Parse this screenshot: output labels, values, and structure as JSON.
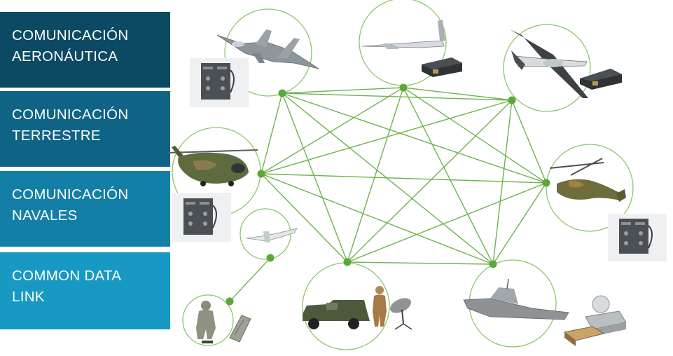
{
  "menu": {
    "items": [
      {
        "line1": "COMUNICACIÓN",
        "line2": "AERONÁUTICA",
        "color": "#0c4a63"
      },
      {
        "line1": "COMUNICACIÓN",
        "line2": "TERRESTRE",
        "color": "#0f6385"
      },
      {
        "line1": "COMUNICACIÓN",
        "line2": "NAVALES",
        "color": "#147fa6"
      },
      {
        "line1": "COMMON DATA",
        "line2": "LINK",
        "color": "#1799c4"
      }
    ]
  },
  "network": {
    "line_color": "#6fb24e",
    "node_color": "#5aa83a",
    "circle_color": "#8cc56b",
    "nodes": [
      {
        "id": "fighter-jet"
      },
      {
        "id": "surveillance-drone"
      },
      {
        "id": "reaper-drone"
      },
      {
        "id": "transport-helicopter"
      },
      {
        "id": "attack-helicopter"
      },
      {
        "id": "small-uav"
      },
      {
        "id": "ground-vehicle"
      },
      {
        "id": "naval-frigate"
      },
      {
        "id": "field-soldier"
      }
    ],
    "links": [
      [
        "fighter-jet",
        "surveillance-drone"
      ],
      [
        "fighter-jet",
        "reaper-drone"
      ],
      [
        "fighter-jet",
        "attack-helicopter"
      ],
      [
        "fighter-jet",
        "ground-vehicle"
      ],
      [
        "fighter-jet",
        "naval-frigate"
      ],
      [
        "fighter-jet",
        "transport-helicopter"
      ],
      [
        "surveillance-drone",
        "reaper-drone"
      ],
      [
        "surveillance-drone",
        "transport-helicopter"
      ],
      [
        "surveillance-drone",
        "attack-helicopter"
      ],
      [
        "surveillance-drone",
        "ground-vehicle"
      ],
      [
        "surveillance-drone",
        "naval-frigate"
      ],
      [
        "reaper-drone",
        "transport-helicopter"
      ],
      [
        "reaper-drone",
        "attack-helicopter"
      ],
      [
        "reaper-drone",
        "ground-vehicle"
      ],
      [
        "reaper-drone",
        "naval-frigate"
      ],
      [
        "transport-helicopter",
        "attack-helicopter"
      ],
      [
        "transport-helicopter",
        "ground-vehicle"
      ],
      [
        "transport-helicopter",
        "naval-frigate"
      ],
      [
        "attack-helicopter",
        "ground-vehicle"
      ],
      [
        "attack-helicopter",
        "naval-frigate"
      ],
      [
        "ground-vehicle",
        "naval-frigate"
      ],
      [
        "small-uav",
        "field-soldier"
      ]
    ]
  }
}
